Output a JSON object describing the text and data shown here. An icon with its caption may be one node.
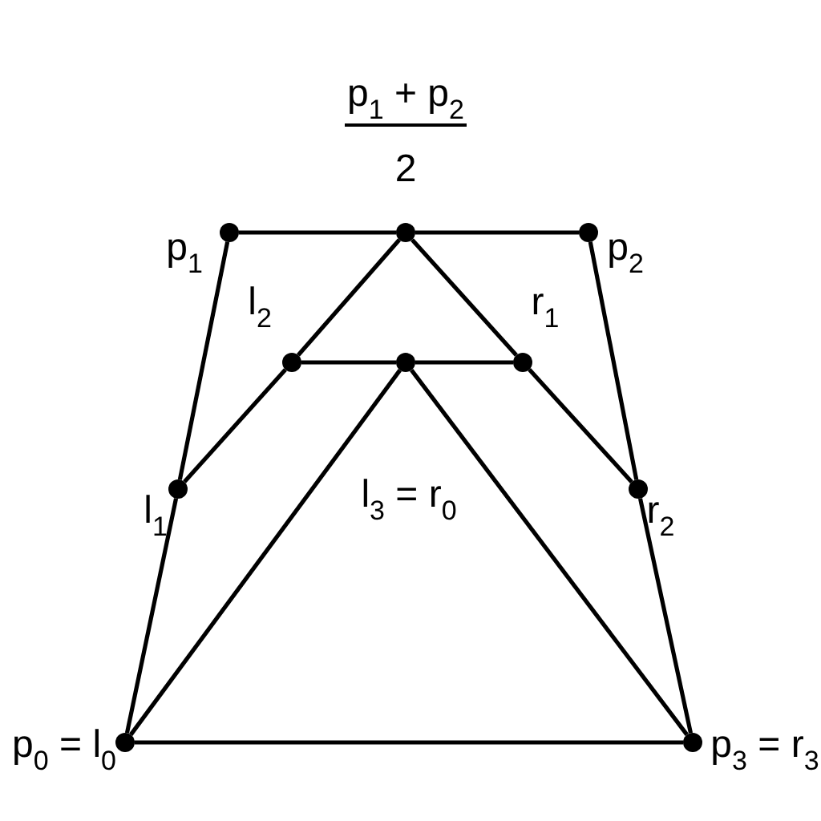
{
  "diagram": {
    "nodes": [
      {
        "text": [],
        "shape": "circle",
        "beside": [
          "p$_{1}$ + p$_{2}$",
          "2"
        ]
      },
      {
        "text": [],
        "shape": "circle",
        "beside": [
          "p$_{1}$"
        ]
      },
      {
        "text": [],
        "shape": "circle",
        "beside": [
          "p$_{2}$"
        ]
      },
      {
        "text": [],
        "shape": "circle",
        "beside": [
          "l$_{2}$"
        ]
      },
      {
        "text": [],
        "shape": "circle",
        "beside": [
          "l$_{3}$ = r$_{0}$"
        ]
      },
      {
        "text": [],
        "shape": "circle",
        "beside": [
          "r$_{1}$"
        ]
      },
      {
        "text": [],
        "shape": "circle",
        "beside": [
          "l$_{1}$"
        ]
      },
      {
        "text": [],
        "shape": "circle",
        "beside": [
          "r$_{2}$"
        ]
      },
      {
        "text": [],
        "shape": "circle",
        "beside": [
          "p$_{0}$ = l$_{0}$"
        ]
      },
      {
        "text": [],
        "shape": "circle",
        "beside": [
          "p$_{3}$ = r$_{3}$"
        ]
      }
    ],
    "edges": [
      {
        "from": 1,
        "to": 0,
        "arrow": "none"
      },
      {
        "from": 0,
        "to": 2,
        "arrow": "none"
      },
      {
        "from": 1,
        "to": 6,
        "arrow": "none"
      },
      {
        "from": 6,
        "to": 8,
        "arrow": "none"
      },
      {
        "from": 2,
        "to": 7,
        "arrow": "none"
      },
      {
        "from": 7,
        "to": 9,
        "arrow": "none"
      },
      {
        "from": 6,
        "to": 3,
        "arrow": "none"
      },
      {
        "from": 3,
        "to": 0,
        "arrow": "none"
      },
      {
        "from": 0,
        "to": 5,
        "arrow": "none"
      },
      {
        "from": 5,
        "to": 7,
        "arrow": "none"
      },
      {
        "from": 3,
        "to": 4,
        "arrow": "none"
      },
      {
        "from": 4,
        "to": 5,
        "arrow": "none"
      },
      {
        "from": 8,
        "to": 4,
        "arrow": "none"
      },
      {
        "from": 4,
        "to": 9,
        "arrow": "none"
      },
      {
        "from": 8,
        "to": 9,
        "arrow": "none"
      }
    ]
  }
}
